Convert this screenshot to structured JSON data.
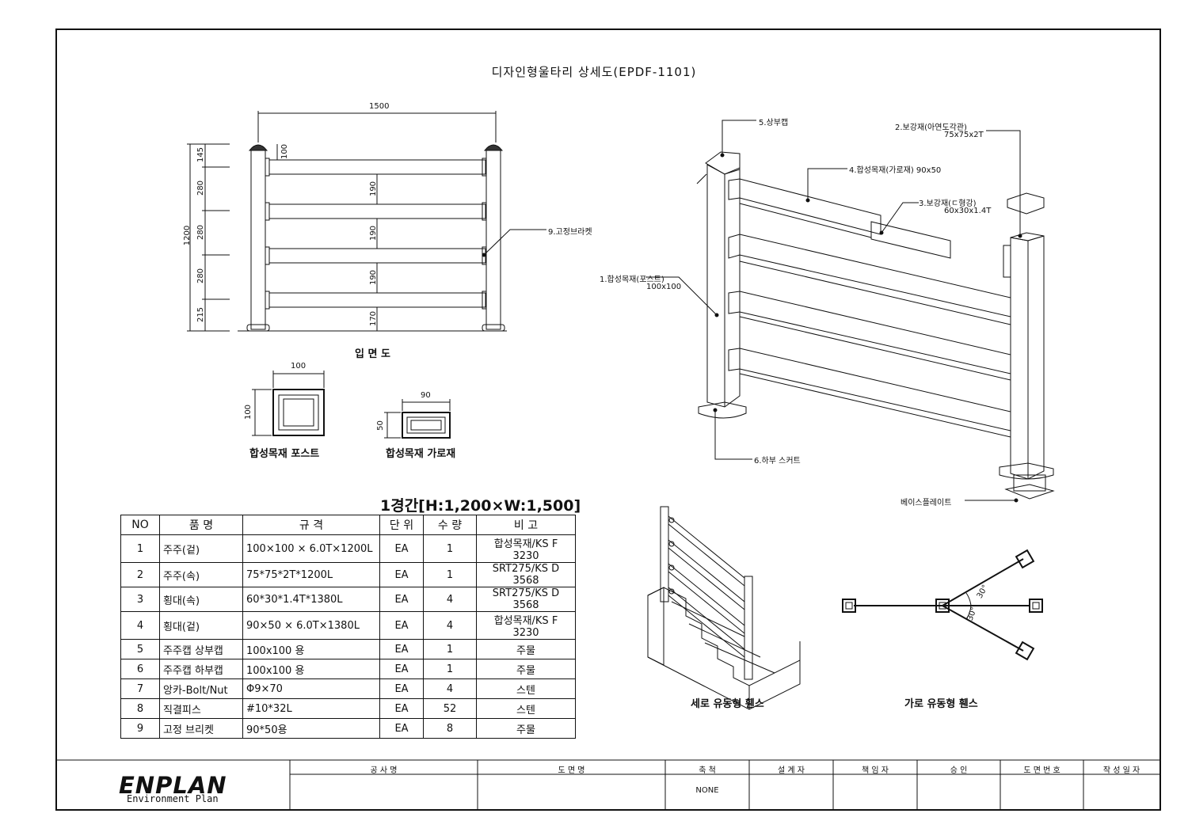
{
  "drawing_title": "디자인형울타리 상세도(EPDF-1101)",
  "elevation": {
    "caption": "입 면 도",
    "width_dim": "1500",
    "height_dim": "1200",
    "left_dims": [
      "145",
      "280",
      "280",
      "280",
      "215"
    ],
    "inner_dims": [
      "100",
      "190",
      "190",
      "190",
      "170"
    ],
    "bracket_label": "9.고정브라켓"
  },
  "sections": {
    "post": {
      "caption": "합성목재 포스트",
      "w": "100",
      "h": "100"
    },
    "rail": {
      "caption": "합성목재 가로재",
      "w": "90",
      "h": "50"
    }
  },
  "iso_labels": {
    "cap": "5.상부캡",
    "reinforce_1": "2.보강재(아연도각관)",
    "reinforce_1_spec": "75x75x2T",
    "rail_wood": "4.합성목재(가로재) 90x50",
    "reinforce_2": "3.보강재(ㄷ형강)",
    "reinforce_2_spec": "60x30x1.4T",
    "post_wood": "1.합성목재(포스트)",
    "post_wood_spec": "100x100",
    "skirt": "6.하부 스커트",
    "base_plate": "베이스플레이트"
  },
  "table": {
    "title": "1경간[H:1,200×W:1,500]",
    "headers": [
      "NO",
      "품 명",
      "규 격",
      "단 위",
      "수 량",
      "비 고"
    ],
    "rows": [
      [
        "1",
        "주주(겉)",
        "100×100 × 6.0T×1200L",
        "EA",
        "1",
        "합성목재/KS F 3230"
      ],
      [
        "2",
        "주주(속)",
        "75*75*2T*1200L",
        "EA",
        "1",
        "SRT275/KS D 3568"
      ],
      [
        "3",
        "횡대(속)",
        "60*30*1.4T*1380L",
        "EA",
        "4",
        "SRT275/KS D 3568"
      ],
      [
        "4",
        "횡대(겉)",
        "90×50 × 6.0T×1380L",
        "EA",
        "4",
        "합성목재/KS F 3230"
      ],
      [
        "5",
        "주주캡 상부캡",
        "100x100 용",
        "EA",
        "1",
        "주물"
      ],
      [
        "6",
        "주주캡 하부캡",
        "100x100 용",
        "EA",
        "1",
        "주물"
      ],
      [
        "7",
        "앙카-Bolt/Nut",
        "Φ9×70",
        "EA",
        "4",
        "스텐"
      ],
      [
        "8",
        "직결피스",
        "#10*32L",
        "EA",
        "52",
        "스텐"
      ],
      [
        "9",
        "고정 브리켓",
        "90*50용",
        "EA",
        "8",
        "주물"
      ]
    ]
  },
  "stair_caption": "세로 유동형 휀스",
  "plan_caption": "가로 유동형 휀스",
  "plan_angles": [
    "30°",
    "30°"
  ],
  "title_block": {
    "logo": "ENPLAN",
    "logo_sub": "Environment Plan",
    "headers": [
      "공 사 명",
      "도 면 명",
      "축 척",
      "설 계 자",
      "책 임 자",
      "승 인",
      "도 면 번 호",
      "작 성 일 자"
    ],
    "scale_value": "NONE"
  }
}
